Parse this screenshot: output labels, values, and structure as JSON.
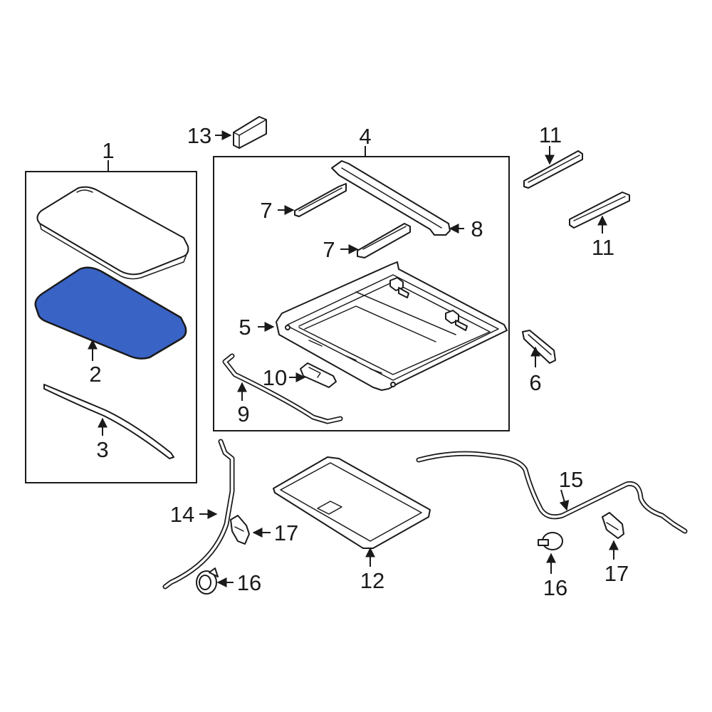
{
  "callouts": {
    "c1": "1",
    "c2": "2",
    "c3": "3",
    "c4": "4",
    "c5": "5",
    "c6": "6",
    "c7a": "7",
    "c7b": "7",
    "c8": "8",
    "c9": "9",
    "c10": "10",
    "c11a": "11",
    "c11b": "11",
    "c12": "12",
    "c13": "13",
    "c14": "14",
    "c15": "15",
    "c16a": "16",
    "c16b": "16",
    "c17a": "17",
    "c17b": "17"
  },
  "colors": {
    "highlight": "#3a63c6",
    "line": "#1a1a1a",
    "background": "#ffffff"
  }
}
